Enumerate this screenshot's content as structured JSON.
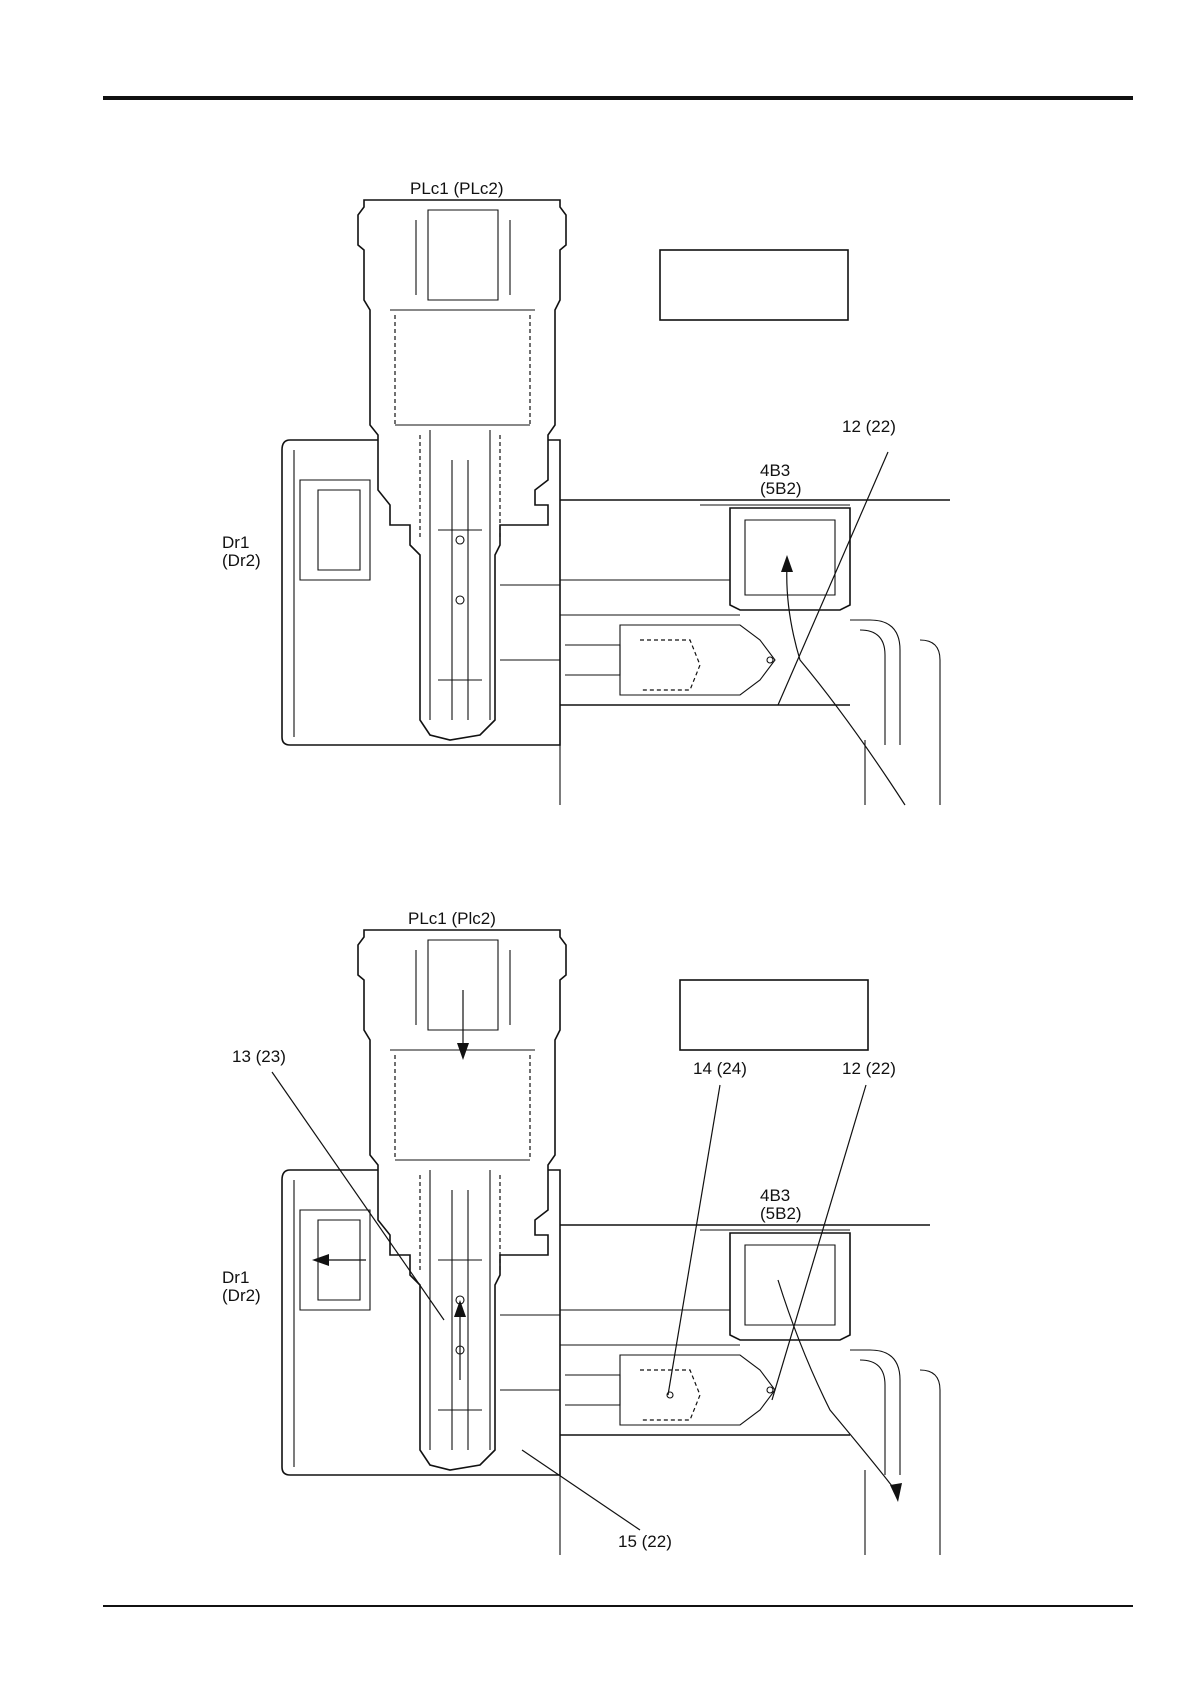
{
  "figure_1": {
    "port_top": "PLc1 (PLc2)",
    "drain_line1": "Dr1",
    "drain_line2": "(Dr2)",
    "port_right_line1": "4B3",
    "port_right_line2": "(5B2)",
    "callouts": [
      "12 (22)"
    ]
  },
  "figure_2": {
    "port_top": "PLc1 (Plc2)",
    "drain_line1": "Dr1",
    "drain_line2": "(Dr2)",
    "port_right_line1": "4B3",
    "port_right_line2": "(5B2)",
    "callouts": [
      "13 (23)",
      "14 (24)",
      "12 (22)",
      "15 (22)"
    ]
  }
}
